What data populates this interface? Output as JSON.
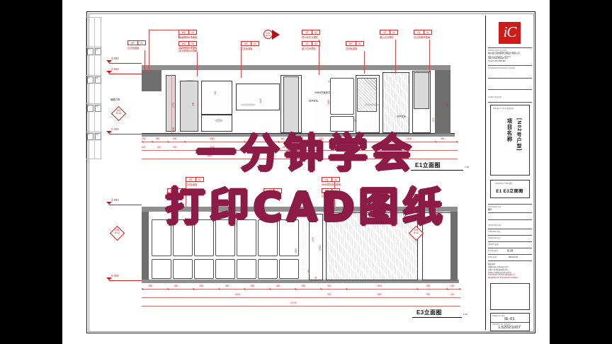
{
  "overlay": {
    "line1": "一分钟学会",
    "line2": "打印CAD图纸",
    "color": "#8c1b46"
  },
  "sheet": {
    "background": "#ffffff",
    "letterbox_color": "#000000"
  },
  "title_block": {
    "logo_text": "iC",
    "logo_color": "#cf1a1a",
    "design_company_label": "DESIGN FIRM    设计单位",
    "company_name": "杭州蓝汀室内装饰工程设计有限公司",
    "company_addr1": "ADD: 杭州市西湖区文三路 478 号",
    "company_addr2": "TEL/FAX: 0571-8888 6666",
    "company_addr3": "WEB: www.lantingdesign.com",
    "cooperation_label": "COOPERATION DESIGN    合作单位",
    "client_label": "CLIENT    委托单位",
    "project_title_label": "PROJECT TITLE    项目名称",
    "project_name_cn": "项目名称",
    "project_name_unit": "[N02号户型]",
    "drawing_title_label": "DRAWING TITLE    图名",
    "drawing_title": "E1 E3立面图",
    "no_scale_label": "NO SCALE    比例",
    "scale_value": "图示",
    "approved_label": "APPROVED    审定",
    "checked_label": "CHECKED    审核",
    "designed_label": "DESIGNED    设计",
    "drawn_label": "DRAWN    制图",
    "date_label": "DATE    日期",
    "date_value": "2021.04.16",
    "phase_label": "PHASE    阶段",
    "phase_value": "施工图",
    "notice_title": "版权声明",
    "notice_line1": "本图纸为本公司所有设计文件",
    "notice_line2": "未经许可不得复制或转让他人",
    "notice_line3": "否则本公司将依法追究其法律责任",
    "notice_red1": "COPYRIGHT OF THIS DRAWING IS",
    "notice_red2": "RESERVED BY THE DESIGN COMPANY",
    "sheet_no_label": "SHEET No.    图号",
    "sheet_no_value": "IE-01",
    "project_no_label": "PROJECT No.    项目编号",
    "project_no_value": "LS2021007"
  },
  "views": [
    {
      "id": "e1",
      "title": "E1立面图",
      "scale": "1:30"
    },
    {
      "id": "e3",
      "title": "E3立面图",
      "scale": "1:30"
    }
  ],
  "levels": [
    {
      "value": "2.850",
      "view": "e1"
    },
    {
      "value": "2.550",
      "view": "e1"
    },
    {
      "value": "0.000",
      "view": "e1"
    },
    {
      "value": "2.550",
      "view": "e3"
    },
    {
      "value": "0.000",
      "view": "e3"
    }
  ],
  "detail_bubbles": [
    {
      "code": "D03",
      "sub": "IE-12"
    },
    {
      "code": "D05",
      "sub": "IE-12"
    },
    {
      "code": "D04",
      "sub": "IE-12"
    }
  ],
  "section_marker": {
    "code": "D02",
    "sub": "IE-11"
  },
  "callouts_top": [
    {
      "code": "MT",
      "num": "01",
      "desc": "拉丝钛金板"
    },
    {
      "code": "WD",
      "num": "03",
      "desc": "高级雅棕木饰面板"
    },
    {
      "code": "WD",
      "num": "03",
      "desc2": "高级雅棕木饰面板",
      "desc": "(实木线条)NO钢刷"
    },
    {
      "code": "MT",
      "num": "01",
      "desc": "拉丝钛金板"
    },
    {
      "code": "ST",
      "num": "03",
      "desc": "意大利灰大理石"
    },
    {
      "code": "ST",
      "num": "02",
      "desc": "爵士白大理石"
    },
    {
      "code": "MT",
      "num": "01",
      "desc": "拉丝钛金板"
    },
    {
      "code": "ST",
      "num": "01",
      "desc": "雅士白大理石"
    },
    {
      "code": "GL",
      "num": "01",
      "desc": "灰玉色烤漆玻璃"
    }
  ],
  "callouts_bottom": [
    {
      "code": "MT",
      "num": "01",
      "desc": "拉丝钛金板"
    },
    {
      "code": "WD",
      "num": "02",
      "desc": "浅木色木饰面"
    },
    {
      "code": "MT",
      "num": "01",
      "desc": "拉丝钛金板"
    },
    {
      "code": "GL",
      "num": "02",
      "desc": "8MM茶色夹胶玻璃"
    },
    {
      "code": "MT",
      "num": "01",
      "desc": "拉丝钛金板"
    },
    {
      "code": "WD",
      "num": "02",
      "desc": "浅木色木饰面"
    }
  ],
  "notes": [
    "暗藏灯带",
    "挂镜线",
    "30MM凹缝收口",
    "OPEN",
    "OPEN",
    "窗帘（造型）"
  ],
  "dim_top_row1": [
    "200",
    "550",
    "530",
    "3060",
    "550",
    "440",
    "150",
    "1150",
    "90",
    "1230",
    "400"
  ],
  "dim_top_row2": [
    "820",
    "640",
    "530",
    "3160",
    "640",
    "140",
    "1150",
    "5100"
  ],
  "dim_top_row3": [
    "5480",
    "1150",
    "4100"
  ],
  "dim_bottom_row1": [
    "850",
    "850",
    "850",
    "850",
    "850",
    "850",
    "850",
    "900",
    "3300",
    "900",
    "200"
  ],
  "dim_bottom_row2": [
    "6430",
    "900",
    "3300",
    "900",
    "200"
  ],
  "dim_bottom_row3": [
    "11730"
  ],
  "dim_vertical_top": [
    "1770",
    "600",
    "800",
    "700",
    "340",
    "1140",
    "1525",
    "1400",
    "870",
    "800",
    "640",
    "250"
  ],
  "dim_vertical_bottom": [
    "1575",
    "2200",
    "480",
    "150",
    "2530",
    "260"
  ],
  "revision_strip": {
    "rows": [
      {
        "a": "A",
        "b": "01"
      },
      {
        "a": "B",
        "b": "02"
      },
      {
        "a": "C",
        "b": "03"
      },
      {
        "a": "D",
        "b": "04"
      }
    ]
  }
}
